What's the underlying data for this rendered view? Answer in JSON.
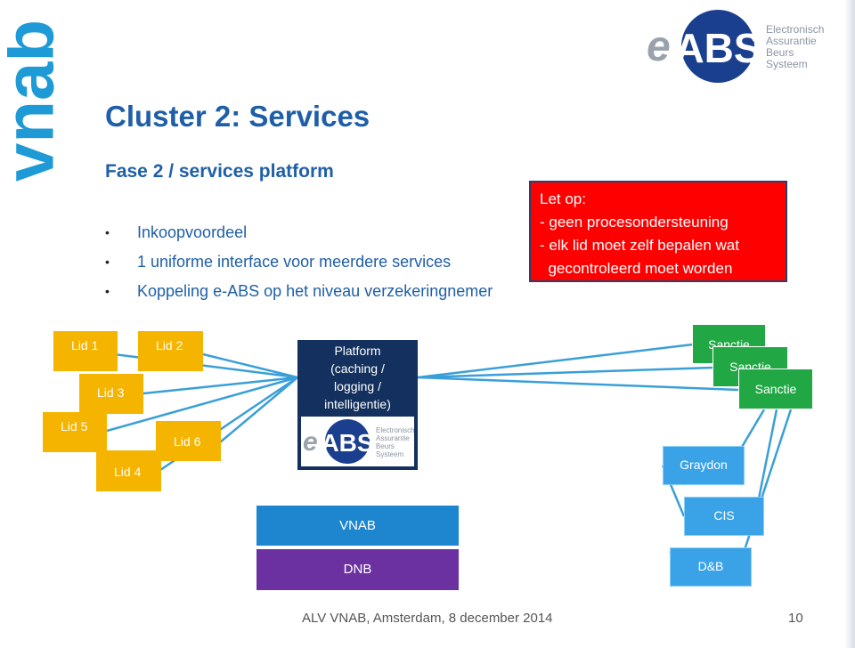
{
  "slide": {
    "title": "Cluster 2: Services",
    "subtitle": "Fase 2 / services platform",
    "bullets": [
      "Inkoopvoordeel",
      "1 uniforme interface voor meerdere services",
      "Koppeling e-ABS  op het niveau verzekeringnemer"
    ]
  },
  "note": {
    "lines": [
      "Let op:",
      "- geen procesondersteuning",
      "- elk lid moet zelf bepalen wat",
      "  gecontroleerd moet worden"
    ]
  },
  "logos": {
    "vnab": "vnab",
    "eabs_mark": "ABS",
    "eabs_e": "e",
    "eabs_text": [
      "Electronisch",
      "Assurantie",
      "Beurs",
      "Systeem"
    ]
  },
  "members": [
    "Lid 1",
    "Lid 2",
    "Lid 3",
    "Lid 5",
    "Lid 6",
    "Lid 4"
  ],
  "platform": [
    "Platform",
    "(caching /",
    "logging /",
    "intelligentie)"
  ],
  "sanctions": [
    "Sanctie",
    "Sanctie",
    "Sanctie"
  ],
  "services": {
    "graydon": "Graydon",
    "cis": "CIS",
    "db": "D&B"
  },
  "bars": {
    "vnab": "VNAB",
    "dnb": "DNB"
  },
  "footer": {
    "text": "ALV VNAB, Amsterdam, 8 december 2014",
    "page": "10"
  },
  "colors": {
    "title": "#1f5fa8",
    "member": "#f5b400",
    "platform": "#13305e",
    "sanction": "#22a745",
    "service": "#3aa3e8",
    "vnab_bar": "#1e86cf",
    "dnb_bar": "#6b31a0",
    "note": "#ff0000",
    "connector": "#3a9fd8"
  }
}
